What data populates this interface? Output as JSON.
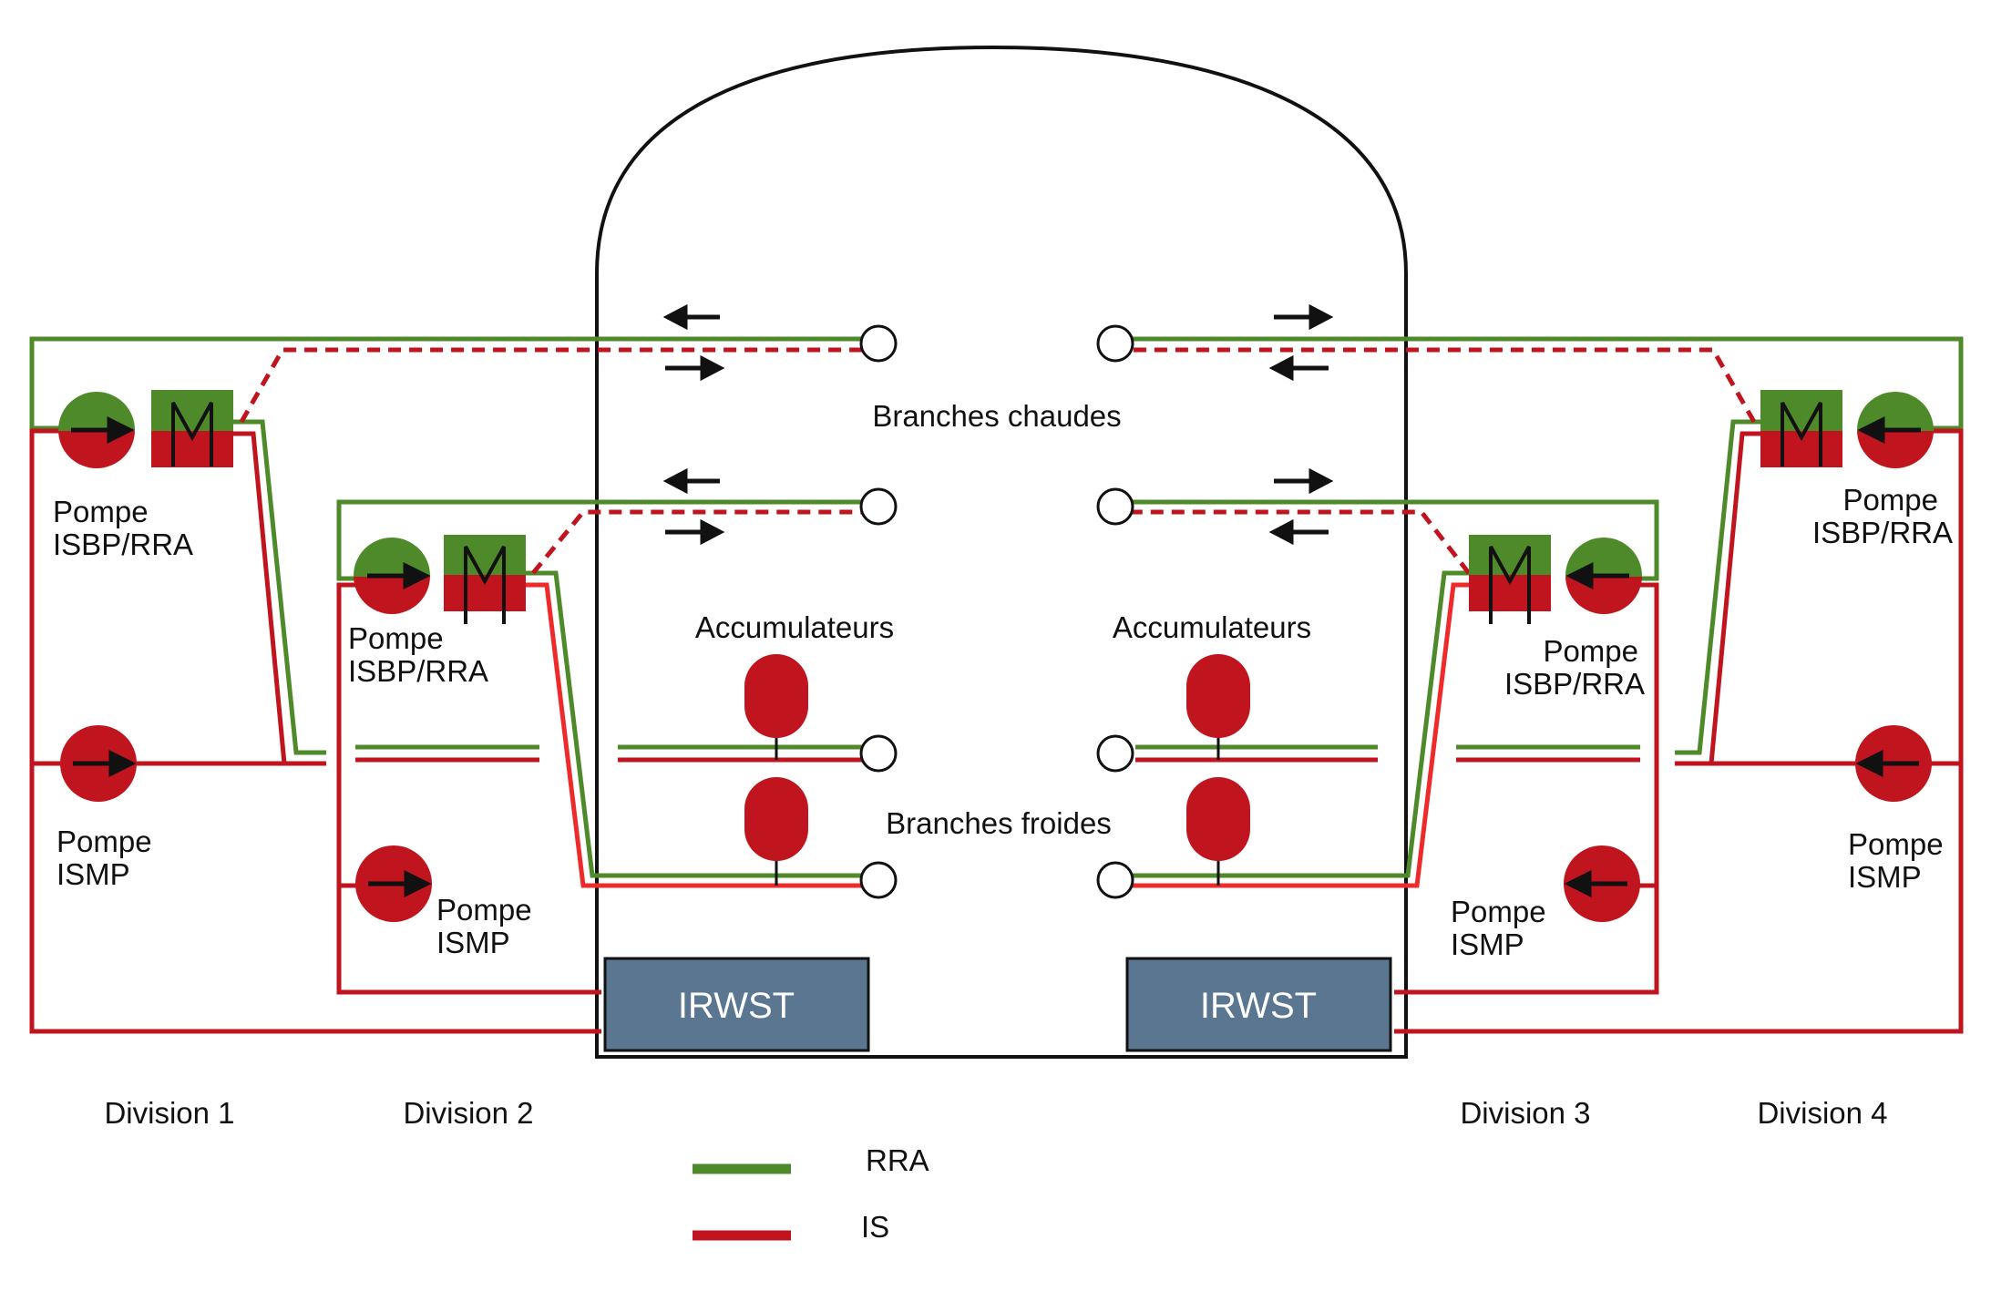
{
  "colors": {
    "rra": "#4e8a2a",
    "is": "#c0141f",
    "is_light": "#ef2a2a",
    "irwst_fill": "#5b7690",
    "outline": "#111111"
  },
  "labels": {
    "hot_legs": "Branches chaudes",
    "cold_legs": "Branches froides",
    "accumulators_left": "Accumulateurs",
    "accumulators_right": "Accumulateurs",
    "irwst_left": "IRWST",
    "irwst_right": "IRWST",
    "pump_isbp": {
      "line1": "Pompe",
      "line2": "ISBP/RRA"
    },
    "pump_ismp": {
      "line1": "Pompe",
      "line2": "ISMP"
    }
  },
  "divisions": [
    "Division 1",
    "Division 2",
    "Division 3",
    "Division 4"
  ],
  "legend": [
    {
      "label": "RRA",
      "color": "#4e8a2a"
    },
    {
      "label": "IS",
      "color": "#c0141f"
    }
  ],
  "icons": {
    "pump": "circle-with-arrow",
    "heat_exchanger": "square-with-m-coil",
    "nozzle": "open-circle",
    "accumulator": "rounded-capsule",
    "flow_arrow": "arrow"
  }
}
